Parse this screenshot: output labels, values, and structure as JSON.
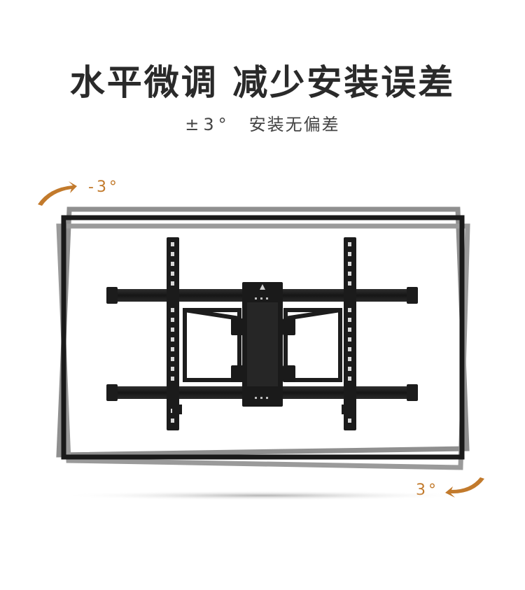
{
  "headline": "水平微调 减少安装误差",
  "subheading": {
    "tolerance": "±3°",
    "text": "安装无偏差"
  },
  "angles": {
    "counterclockwise": "-3°",
    "clockwise": "3°"
  },
  "colors": {
    "accent": "#c27a2c",
    "frame_dark": "#1a1a1a",
    "frame_grey": "#8c8c8c",
    "bracket": "#1c1c1c"
  },
  "icons": {
    "rotate_left": "curved-arrow-up-right-icon",
    "rotate_right": "curved-arrow-down-left-icon"
  }
}
